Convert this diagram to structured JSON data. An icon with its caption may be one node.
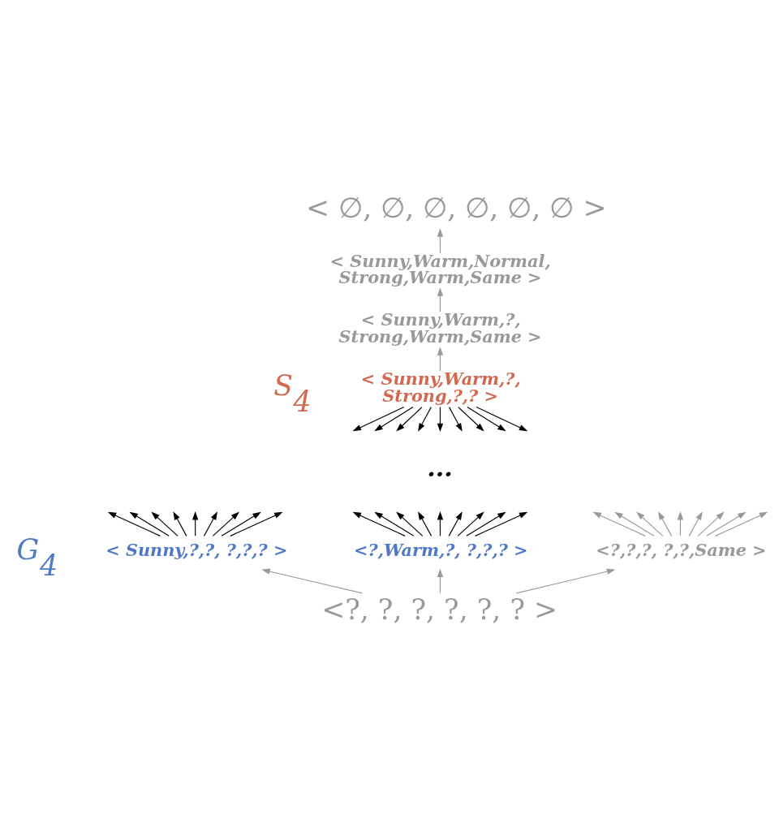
{
  "diagram": {
    "nodes": [
      {
        "text": [
          "< ∅, ∅, ∅, ∅, ∅, ∅ >"
        ]
      },
      {
        "text": [
          "< Sunny,Warm,Normal, Strong,Warm,Same >"
        ]
      },
      {
        "text": [
          "< Sunny,Warm,?, Strong,Warm,Same >"
        ]
      },
      {
        "text": [
          "< Sunny,Warm,?, Strong,?,? >"
        ]
      },
      {
        "text": [
          "< Sunny,?,?, ?,?,? >"
        ]
      },
      {
        "text": [
          "<?,Warm,?, ?,?,? >"
        ]
      },
      {
        "text": [
          "<?,?,?, ?,?,Same >"
        ]
      },
      {
        "text": [
          "<?, ?, ?, ?, ?, ? >"
        ]
      }
    ],
    "edges": [
      {
        "from": 1,
        "to": 0,
        "arrow": "to",
        "color": "#999999"
      },
      {
        "from": 2,
        "to": 1,
        "arrow": "to",
        "color": "#999999"
      },
      {
        "from": 3,
        "to": 2,
        "arrow": "to",
        "color": "#999999"
      },
      {
        "from": 3,
        "to": null,
        "arrow": "to"
      },
      {
        "from": 3,
        "to": null,
        "arrow": "to"
      },
      {
        "from": 3,
        "to": null,
        "arrow": "to"
      },
      {
        "from": 3,
        "to": null,
        "arrow": "to"
      },
      {
        "from": 3,
        "to": null,
        "arrow": "to"
      },
      {
        "from": 3,
        "to": null,
        "arrow": "to"
      },
      {
        "from": 3,
        "to": null,
        "arrow": "to"
      },
      {
        "from": 3,
        "to": null,
        "arrow": "to"
      },
      {
        "from": 3,
        "to": null,
        "arrow": "to"
      },
      {
        "from": 4,
        "to": null,
        "arrow": "to"
      },
      {
        "from": 4,
        "to": null,
        "arrow": "to"
      },
      {
        "from": 4,
        "to": null,
        "arrow": "to"
      },
      {
        "from": 4,
        "to": null,
        "arrow": "to"
      },
      {
        "from": 4,
        "to": null,
        "arrow": "to"
      },
      {
        "from": 4,
        "to": null,
        "arrow": "to"
      },
      {
        "from": 4,
        "to": null,
        "arrow": "to"
      },
      {
        "from": 4,
        "to": null,
        "arrow": "to"
      },
      {
        "from": 4,
        "to": null,
        "arrow": "to"
      },
      {
        "from": 5,
        "to": null,
        "arrow": "to"
      },
      {
        "from": 5,
        "to": null,
        "arrow": "to"
      },
      {
        "from": 5,
        "to": null,
        "arrow": "to"
      },
      {
        "from": 5,
        "to": null,
        "arrow": "to"
      },
      {
        "from": 5,
        "to": null,
        "arrow": "to"
      },
      {
        "from": 5,
        "to": null,
        "arrow": "to"
      },
      {
        "from": 5,
        "to": null,
        "arrow": "to"
      },
      {
        "from": 5,
        "to": null,
        "arrow": "to"
      },
      {
        "from": 5,
        "to": null,
        "arrow": "to"
      },
      {
        "from": 6,
        "to": null,
        "arrow": "to",
        "color": "#999999"
      },
      {
        "from": 6,
        "to": null,
        "arrow": "to",
        "color": "#999999"
      },
      {
        "from": 6,
        "to": null,
        "arrow": "to",
        "color": "#999999"
      },
      {
        "from": 6,
        "to": null,
        "arrow": "to",
        "color": "#999999"
      },
      {
        "from": 6,
        "to": null,
        "arrow": "to",
        "color": "#999999"
      },
      {
        "from": 6,
        "to": null,
        "arrow": "to",
        "color": "#999999"
      },
      {
        "from": 6,
        "to": null,
        "arrow": "to",
        "color": "#999999"
      },
      {
        "from": 6,
        "to": null,
        "arrow": "to",
        "color": "#999999"
      },
      {
        "from": 6,
        "to": null,
        "arrow": "to",
        "color": "#999999"
      },
      {
        "from": 7,
        "to": 4,
        "arrow": "to",
        "color": "#999999"
      },
      {
        "from": 7,
        "to": 5,
        "arrow": "to",
        "color": "#999999"
      },
      {
        "from": 7,
        "to": 6,
        "arrow": "to",
        "color": "#999999"
      }
    ],
    "labels": [
      "S$_{4}$",
      "...",
      "G$_{4}$"
    ]
  }
}
